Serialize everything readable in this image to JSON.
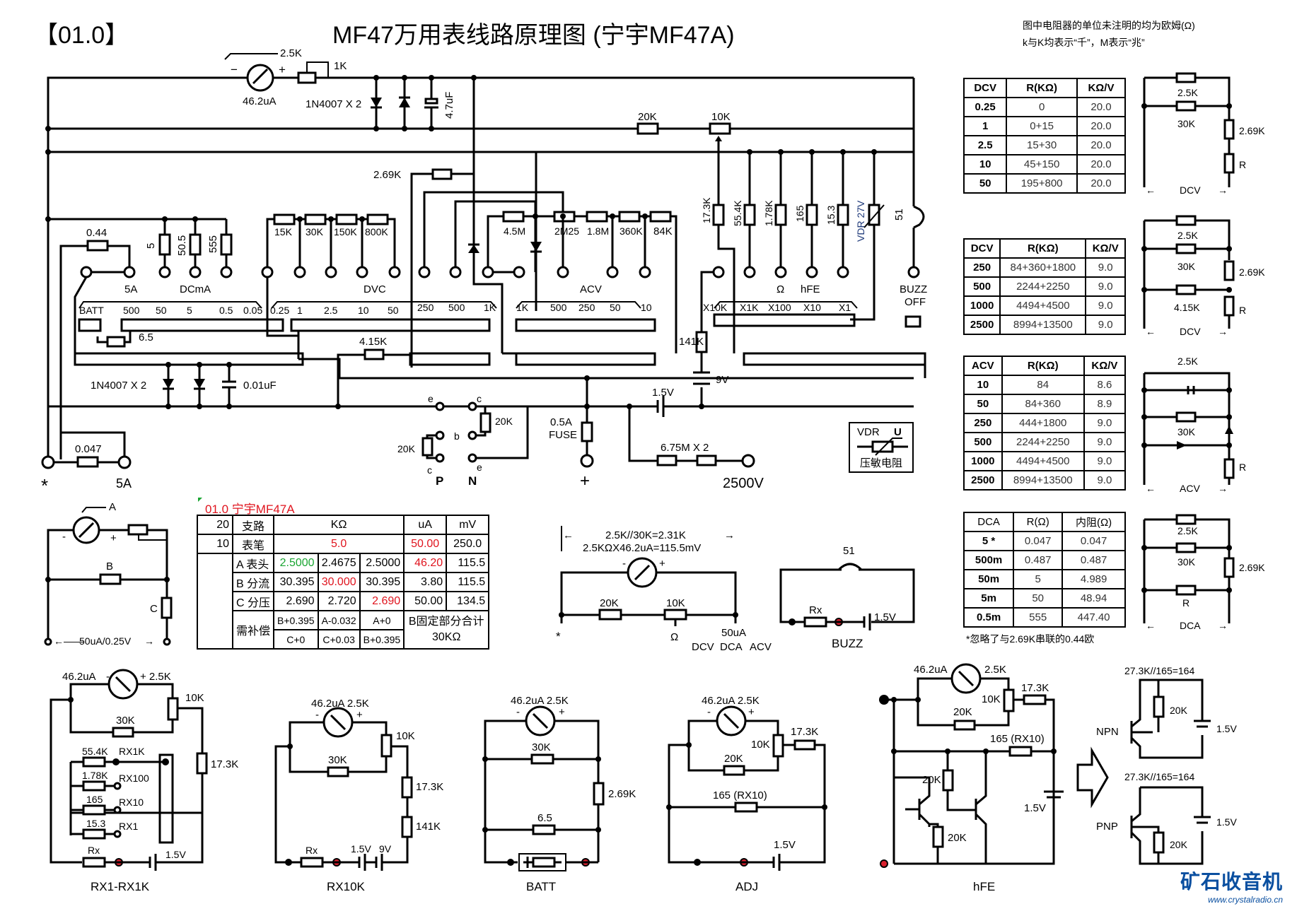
{
  "header": {
    "index": "【01.0】",
    "title": "MF47万用表线路原理图 (宁宇MF47A)",
    "note_line1": "图中电阻器的单位未注明的均为欧姆(Ω)",
    "note_line2": "k与K均表示“千”，M表示“兆”"
  },
  "main_schematic": {
    "meter": {
      "label": "46.2uA",
      "minus": "−",
      "plus": "+",
      "internal": "2.5K",
      "pot": "1K"
    },
    "diodes_top": "1N4007 X 2",
    "capacitor": "4.7uF",
    "r_20k": "20K",
    "pot_10k": "10K",
    "r_269k": "2.69K",
    "r_044": "0.44",
    "dcma_resistors": [
      "5",
      "50.5",
      "555"
    ],
    "dcv_resistors": [
      "15K",
      "30K",
      "150K",
      "800K"
    ],
    "acv_resistors": [
      "4.5M",
      "2M25",
      "1.8M",
      "360K",
      "84K"
    ],
    "ohm_resistors": [
      "17.3K",
      "55.4K",
      "1.78K",
      "165",
      "15.3"
    ],
    "vdr": "VDR  27V",
    "buzzer": "51",
    "buzz_off": [
      "BUZZ",
      "OFF"
    ],
    "terminal_labels": {
      "a5": "5A",
      "dcma": "DCmA",
      "dvc": "DVC",
      "acv": "ACV",
      "ohm": "Ω",
      "hfe": "hFE"
    },
    "switch_batt": "BATT",
    "dcma_ranges": [
      "500",
      "50",
      "5",
      "0.5",
      "0.05"
    ],
    "dcv_ranges": [
      "0.25",
      "1",
      "2.5",
      "10",
      "50",
      "250",
      "500",
      "1K"
    ],
    "acv_ranges": [
      "1K",
      "500",
      "250",
      "50",
      "10"
    ],
    "ohm_ranges": [
      "X10K",
      "X1K",
      "X100",
      "X10",
      "X1"
    ],
    "r_65": "6.5",
    "r_415k": "4.15K",
    "diodes_bottom": "1N4007 X 2",
    "cap_001": "0.01uF",
    "r_141k": "141K",
    "bat_9v": "9V",
    "bat_15v": "1.5V",
    "fuse": [
      "0.5A",
      "FUSE"
    ],
    "r_675m": "6.75M X 2",
    "r_0047": "0.047",
    "hfe_socket": {
      "e1": "e",
      "c1": "c",
      "b": "b",
      "c2": "c",
      "e2": "e",
      "r1": "20K",
      "r2": "20K",
      "p": "P",
      "n": "N"
    },
    "jacks": {
      "com": "*",
      "a5": "5A",
      "plus": "+",
      "v2500": "2500V"
    }
  },
  "dcv_table_1": {
    "headers": [
      "DCV",
      "R(KΩ)",
      "KΩ/V"
    ],
    "rows": [
      [
        "0.25",
        "0",
        "20.0"
      ],
      [
        "1",
        "0+15",
        "20.0"
      ],
      [
        "2.5",
        "15+30",
        "20.0"
      ],
      [
        "10",
        "45+150",
        "20.0"
      ],
      [
        "50",
        "195+800",
        "20.0"
      ]
    ]
  },
  "dcv_table_2": {
    "headers": [
      "DCV",
      "R(KΩ)",
      "KΩ/V"
    ],
    "rows": [
      [
        "250",
        "84+360+1800",
        "9.0"
      ],
      [
        "500",
        "2244+2250",
        "9.0"
      ],
      [
        "1000",
        "4494+4500",
        "9.0"
      ],
      [
        "2500",
        "8994+13500",
        "9.0"
      ]
    ]
  },
  "acv_table": {
    "headers": [
      "ACV",
      "R(KΩ)",
      "KΩ/V"
    ],
    "rows": [
      [
        "10",
        "84",
        "8.6"
      ],
      [
        "50",
        "84+360",
        "8.9"
      ],
      [
        "250",
        "444+1800",
        "9.0"
      ],
      [
        "500",
        "2244+2250",
        "9.0"
      ],
      [
        "1000",
        "4494+4500",
        "9.0"
      ],
      [
        "2500",
        "8994+13500",
        "9.0"
      ]
    ]
  },
  "dca_table": {
    "headers": [
      "DCA",
      "R(Ω)",
      "内阻(Ω)"
    ],
    "rows": [
      [
        "5 *",
        "0.047",
        "0.047"
      ],
      [
        "500m",
        "0.487",
        "0.487"
      ],
      [
        "50m",
        "5",
        "4.989"
      ],
      [
        "5m",
        "50",
        "48.94"
      ],
      [
        "0.5m",
        "555",
        "447.40"
      ]
    ],
    "footnote": "*忽略了与2.69K串联的0.44欧"
  },
  "side_diagrams": {
    "dcv1": {
      "r1": "2.5K",
      "r2": "30K",
      "r3": "2.69K",
      "r4": "R",
      "caption": "DCV"
    },
    "dcv2": {
      "r1": "2.5K",
      "r2": "30K",
      "r3": "4.15K",
      "r4": "2.69K",
      "r5": "R",
      "caption": "DCV"
    },
    "acv": {
      "r1": "2.5K",
      "r2": "30K",
      "r3": "R",
      "caption": "ACV"
    },
    "dca": {
      "r1": "2.5K",
      "r2": "30K",
      "r3": "R",
      "r4": "2.69K",
      "caption": "DCA"
    }
  },
  "vdr_legend": {
    "vdr": "VDR",
    "u": "U",
    "caption": "压敏电阻"
  },
  "abc_diagram": {
    "a": "A",
    "b": "B",
    "c": "C",
    "minus": "-",
    "plus": "+",
    "caption": "50uA/0.25V"
  },
  "calc_table": {
    "tag": "01.0 宁宇MF47A",
    "rows": [
      [
        "20",
        "支路",
        "KΩ",
        "uA",
        "mV"
      ],
      [
        "10",
        "表笔",
        "5.0",
        "50.00",
        "250.0"
      ],
      [
        "",
        "A 表头",
        "2.5000",
        "2.4675",
        "2.5000",
        "46.20",
        "115.5"
      ],
      [
        "",
        "B 分流",
        "30.395",
        "30.000",
        "30.395",
        "3.80",
        "115.5"
      ],
      [
        "",
        "C 分压",
        "2.690",
        "2.720",
        "2.690",
        "50.00",
        "134.5"
      ],
      [
        "",
        "需补偿",
        "B+0.395",
        "A-0.032",
        "A+0",
        "B固定部分合计 30KΩ"
      ],
      [
        "",
        "",
        "C+0",
        "C+0.03",
        "B+0.395"
      ]
    ]
  },
  "common_circuit": {
    "line1": "2.5K//30K=2.31K",
    "line2": "2.5KΩX46.2uA=115.5mV",
    "minus": "-",
    "plus": "+",
    "r20k": "20K",
    "r10k": "10K",
    "star": "*",
    "omega": "Ω",
    "right_label": "50uA",
    "bottom_labels": [
      "DCV",
      "DCA",
      "ACV"
    ]
  },
  "buzz_circuit": {
    "buzzer": "51",
    "rx": "Rx",
    "bat": "1.5V",
    "caption": "BUZZ"
  },
  "bottom_circuits": {
    "rx1_rx1k": {
      "meter": "46.2uA",
      "minus": "-",
      "plus": "+ 2.5K",
      "pot": "10K",
      "r30k": "30K",
      "r173k": "17.3K",
      "shunts": [
        [
          "55.4K",
          "RX1K"
        ],
        [
          "1.78K",
          "RX100"
        ],
        [
          "165",
          "RX10"
        ],
        [
          "15.3",
          "RX1"
        ]
      ],
      "rx": "Rx",
      "bat": "1.5V",
      "caption": "RX1-RX1K"
    },
    "rx10k": {
      "meter": "46.2uA  2.5K",
      "minus": "-",
      "plus": "+",
      "pot": "10K",
      "r30k": "30K",
      "r173k": "17.3K",
      "r141k": "141K",
      "rx": "Rx",
      "bat1": "1.5V",
      "bat2": "9V",
      "caption": "RX10K"
    },
    "batt": {
      "meter": "46.2uA  2.5K",
      "minus": "-",
      "plus": "+",
      "r30k": "30K",
      "r269k": "2.69K",
      "r65": "6.5",
      "caption": "BATT"
    },
    "adj": {
      "meter": "46.2uA  2.5K",
      "minus": "-",
      "plus": "+",
      "pot": "10K",
      "r20k": "20K",
      "r173k": "17.3K",
      "r165": "165 (RX10)",
      "bat": "1.5V",
      "caption": "ADJ"
    },
    "hfe": {
      "meter": "46.2uA",
      "int": "2.5K",
      "pot": "10K",
      "r20k": "20K",
      "r173k": "17.3K",
      "r165": "165 (RX10)",
      "r20k_b": "20K",
      "r20k_c": "20K",
      "bat": "1.5V",
      "caption": "hFE"
    },
    "npn": {
      "eq": "27.3K//165=164",
      "r": "20K",
      "bat": "1.5V",
      "label": "NPN"
    },
    "pnp": {
      "eq": "27.3K//165=164",
      "r": "20K",
      "bat": "1.5V",
      "label": "PNP"
    }
  },
  "watermark": {
    "name": "矿石收音机",
    "url": "www.crystalradio.cn"
  }
}
